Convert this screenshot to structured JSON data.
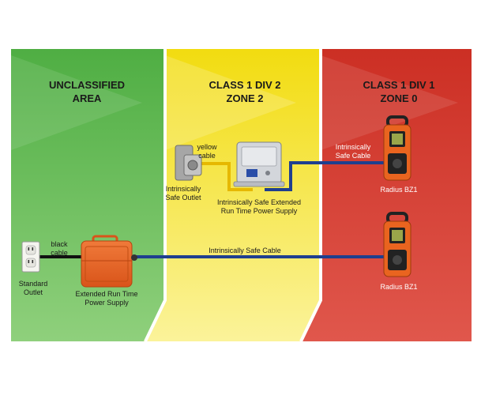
{
  "zones": {
    "unclassified": {
      "line1": "UNCLASSIFIED",
      "line2": "AREA",
      "color": "#5db94a"
    },
    "class1div2": {
      "line1": "CLASS 1 DIV 2",
      "line2": "ZONE 2",
      "color": "#f2e01a"
    },
    "class1div1": {
      "line1": "CLASS 1 DIV 1",
      "line2": "ZONE 0",
      "color": "#d43a2c"
    }
  },
  "labels": {
    "standard_outlet": [
      "Standard",
      "Outlet"
    ],
    "black_cable": [
      "black",
      "cable"
    ],
    "extended_supply": [
      "Extended Run Time",
      "Power Supply"
    ],
    "yellow_cable": [
      "yellow",
      "cable"
    ],
    "is_outlet": [
      "Intrinsically",
      "Safe Outlet"
    ],
    "is_extended_supply": [
      "Intrinsically Safe Extended",
      "Run Time Power Supply"
    ],
    "is_cable_upper": [
      "Intrinsically",
      "Safe Cable"
    ],
    "is_cable_long": "Intrinsically Safe Cable",
    "device_upper": "Radius BZ1",
    "device_lower": "Radius BZ1"
  },
  "colors": {
    "blue_cable": "#1f3f8f",
    "yellow_cable": "#e6b800",
    "black_cable": "#111111",
    "device_orange": "#e9641f"
  },
  "icons": [
    "wall-outlet-icon",
    "orange-case-icon",
    "junction-box-icon",
    "gray-power-supply-icon",
    "gas-monitor-icon"
  ]
}
